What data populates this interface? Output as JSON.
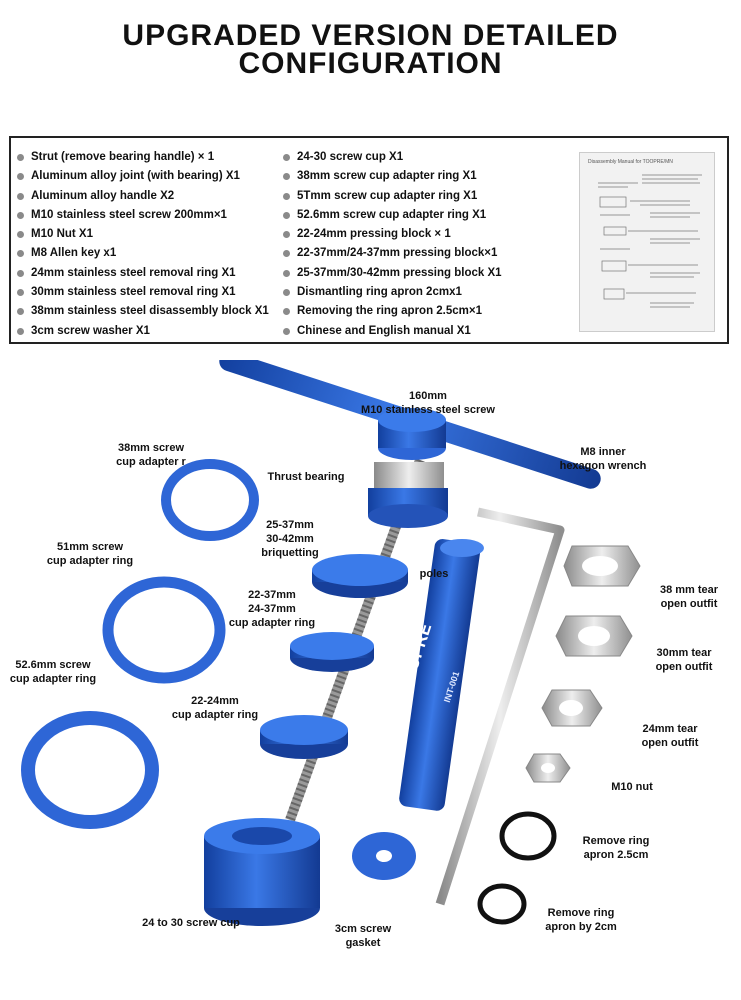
{
  "title_line1": "UPGRADED VERSION DETAILED",
  "title_line2": "CONFIGURATION",
  "config_left": [
    "Strut (remove bearing handle) × 1",
    "Aluminum alloy joint (with bearing) X1",
    "Aluminum alloy handle X2",
    "M10 stainless steel screw 200mm×1",
    "M10 Nut X1",
    "M8 Allen key x1",
    "24mm stainless steel removal ring X1",
    "30mm stainless steel removal ring X1",
    "38mm stainless steel disassembly block X1",
    "3cm screw washer X1"
  ],
  "config_right": [
    "24-30 screw cup X1",
    "38mm screw cup adapter ring X1",
    "5Tmm screw cup adapter ring X1",
    "52.6mm screw cup adapter ring X1",
    "22-24mm pressing block × 1",
    "22-37mm/24-37mm pressing block×1",
    "25-37mm/30-42mm pressing block X1",
    "Dismantling ring apron 2cmx1",
    "Removing the ring apron 2.5cm×1",
    "Chinese and English manual X1"
  ],
  "manual_title": "Disassembly Manual for TOOPRE/MN",
  "brand": "TOOPRE",
  "model": "INT-001",
  "labels": {
    "screw": "160mm\nM10 stainless steel screw",
    "ring38": "38mm screw\ncup adapter r",
    "thrust": "Thrust bearing",
    "wrench": "M8 inner\nhexagon wrench",
    "block2537": "25-37mm\n30-42mm\nbriquetting",
    "ring51": "51mm screw\ncup adapter ring",
    "poles": "poles",
    "tear38": "38 mm tear\nopen outfit",
    "block2237": "22-37mm\n24-37mm\ncup adapter ring",
    "tear30": "30mm tear\nopen outfit",
    "ring526": "52.6mm screw\ncup adapter ring",
    "block2224": "22-24mm\ncup adapter ring",
    "tear24": "24mm tear\nopen outfit",
    "nut": "M10 nut",
    "apron25": "Remove ring\napron 2.5cm",
    "cup": "24 to 30 screw cup",
    "gasket": "3cm screw\ngasket",
    "apron2": "Remove ring\napron by 2cm"
  },
  "colors": {
    "anodized_blue": "#1f56c8",
    "steel": "#b9b9b9",
    "black_ring": "#111111"
  }
}
